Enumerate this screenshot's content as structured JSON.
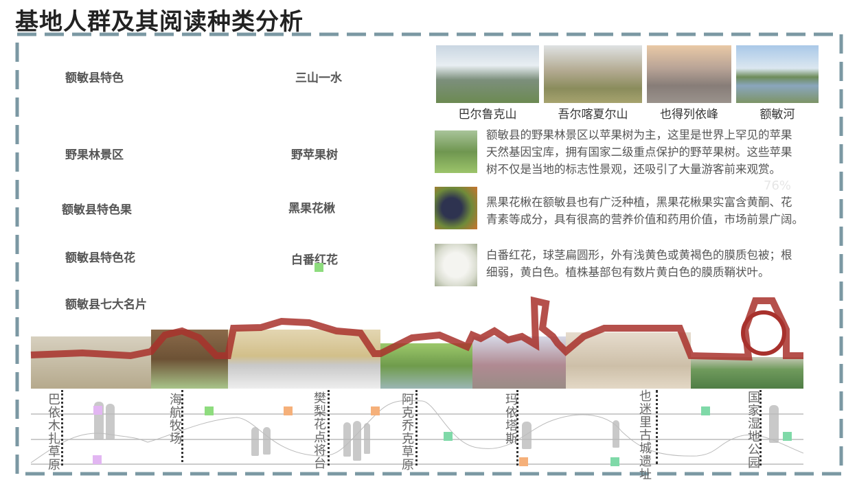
{
  "title": "基地人群及其阅读种类分析",
  "left_labels": {
    "feature": "额敏县特色",
    "mountains": "三山一水",
    "wild_fruit_area": "野果林景区",
    "wild_apple": "野苹果树",
    "fruit": "额敏县特色果",
    "aronia": "黑果花楸",
    "flower": "额敏县特色花",
    "crocus": "白番红花",
    "cards": "额敏县七大名片"
  },
  "mountain_photos": [
    {
      "caption": "巴尔鲁克山"
    },
    {
      "caption": "吾尔喀夏尔山"
    },
    {
      "caption": "也得列依峰"
    },
    {
      "caption": "额敏河"
    }
  ],
  "descriptions": [
    {
      "lines": [
        "额敏县的野果林景区以苹果树为主，这里是世界上罕见的苹果",
        "天然基因宝库，拥有国家二级重点保护的野苹果树。这些苹果",
        "树不仅是当地的标志性景观，还吸引了大量游客前来观赏。"
      ]
    },
    {
      "lines": [
        "黑果花楸在额敏县也有广泛种植，黑果花楸果实富含黄酮、花",
        "青素等成分，具有很高的营养价值和药用价值，市场前景广阔。"
      ]
    },
    {
      "lines": [
        "白番红花，球茎扁圆形，外有浅黄色或黄褐色的膜质包被；根",
        "细弱，黄白色。植株基部包有数片黄白色的膜质鞘状叶。"
      ]
    }
  ],
  "watermark": "76%",
  "sites": [
    "巴依木扎草原",
    "海航牧场",
    "樊梨花点将台",
    "阿克乔克草原",
    "玛依塔斯",
    "也迷里古城遗址",
    "国家湿地公园"
  ],
  "colors": {
    "frame": "#7b98a3",
    "roof": "#a8312c",
    "purple": "#e2b6f2",
    "green": "#8edc7e",
    "orange": "#f5b07a",
    "teal": "#7fd9a8"
  }
}
